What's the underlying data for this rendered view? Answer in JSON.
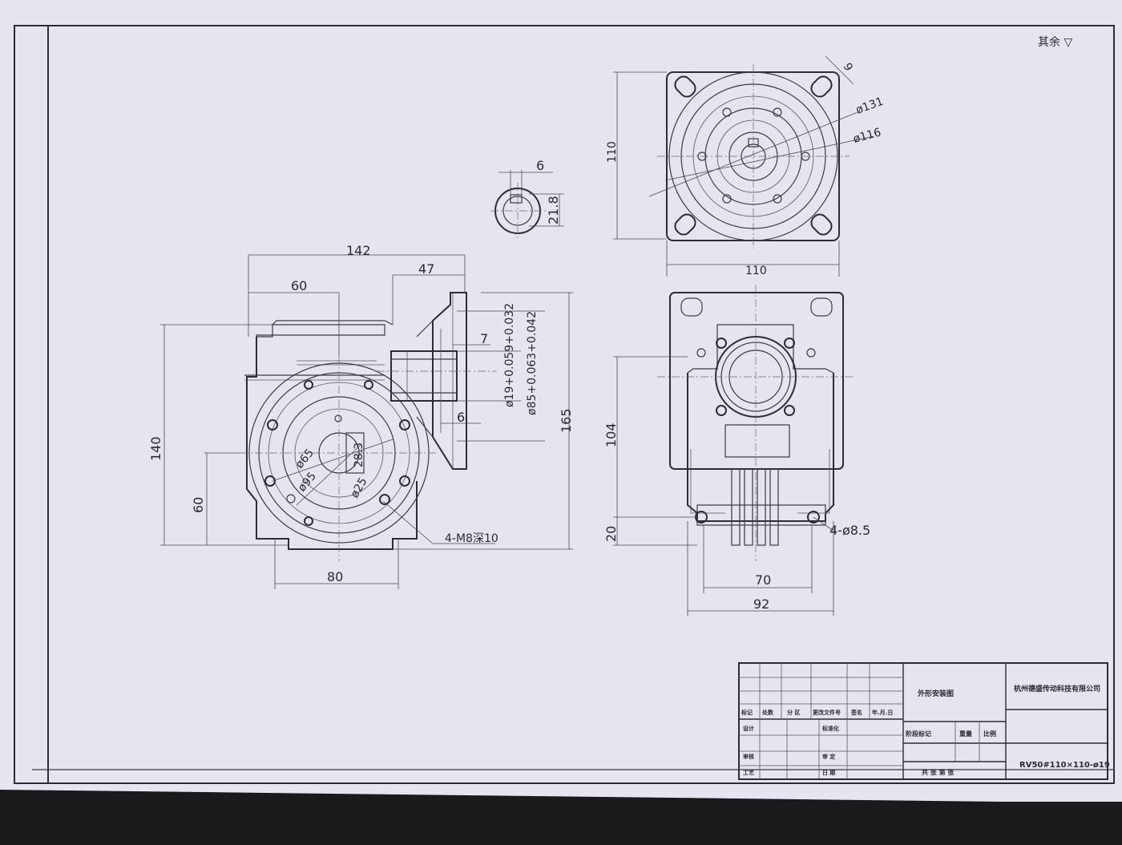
{
  "colors": {
    "paper": "#e4e5ef",
    "background": "#1a1a1c",
    "ink": "#2c2c34"
  },
  "corner_mark": "其余 ▽",
  "shaft_section": {
    "key_width": "6",
    "height": "21.8"
  },
  "side_view": {
    "dims": {
      "overall_width": "142",
      "width_60": "60",
      "width_47": "47",
      "flange_7": "7",
      "bore_tol": "ø19+0.059+0.032",
      "spigot_tol": "ø85+0.063+0.042",
      "dim_6": "6",
      "height_165": "165",
      "height_140": "140",
      "center_60": "60",
      "base_80": "80",
      "pcd_65": "ø65",
      "pcd_95": "ø95",
      "bore_25": "ø25",
      "key_28_3": "28.3",
      "thread": "4-M8深10"
    }
  },
  "flange_view": {
    "dims": {
      "height_110": "110",
      "width_110": "110",
      "pcd_131": "ø131",
      "spigot_116": "ø116",
      "hole_9": "9"
    }
  },
  "front_view": {
    "dims": {
      "height_104": "104",
      "height_20": "20",
      "width_70": "70",
      "width_92": "92",
      "holes": "4-ø8.5"
    }
  },
  "title_block": {
    "drawing_title": "外形安装图",
    "company": "杭州德盛传动科技有限公司",
    "model": "RV50#110×110-ø19",
    "col_headers": [
      "标记",
      "处数",
      "分 区",
      "更改文件号",
      "签名",
      "年.月.日"
    ],
    "row_labels": [
      "设计",
      "审核",
      "工艺"
    ],
    "mid_labels": [
      "标准化",
      "审 定",
      "日 期"
    ],
    "stage_headers": [
      "阶段标记",
      "重量",
      "比例"
    ],
    "sheet_label": "共 张 第 张"
  }
}
